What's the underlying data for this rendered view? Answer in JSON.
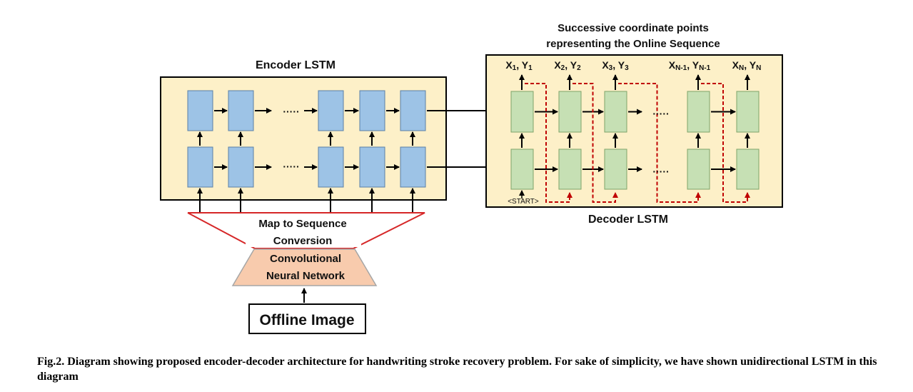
{
  "diagram": {
    "encoder_label": "Encoder LSTM",
    "decoder_label": "Decoder LSTM",
    "top_label": [
      "Successive coordinate points",
      "representing the Online Sequence"
    ],
    "outputs": [
      {
        "x": "X",
        "xs": "1",
        "y": "Y",
        "ys": "1"
      },
      {
        "x": "X",
        "xs": "2",
        "y": "Y",
        "ys": "2"
      },
      {
        "x": "X",
        "xs": "3",
        "y": "Y",
        "ys": "3"
      },
      {
        "x": "X",
        "xs": "N-1",
        "y": "Y",
        "ys": "N-1"
      },
      {
        "x": "X",
        "xs": "N",
        "y": "Y",
        "ys": "N"
      }
    ],
    "ellipsis": "·····",
    "start_token": "<START>",
    "map_label": [
      "Map to Sequence",
      "Conversion"
    ],
    "cnn_label": [
      "Convolutional",
      "Neural Network"
    ],
    "input_label": "Offline Image",
    "colors": {
      "panel_fill": "#fdf0c8",
      "encoder_cell": "#9dc3e6",
      "decoder_cell": "#c6e0b4",
      "cnn_fill": "#f8cbad",
      "map_line": "#d62728",
      "feedback_line": "#c00000"
    }
  },
  "caption": "Fig.2. Diagram showing proposed encoder-decoder architecture for handwriting stroke recovery problem. For sake of simplicity, we have shown unidirectional LSTM in this diagram"
}
